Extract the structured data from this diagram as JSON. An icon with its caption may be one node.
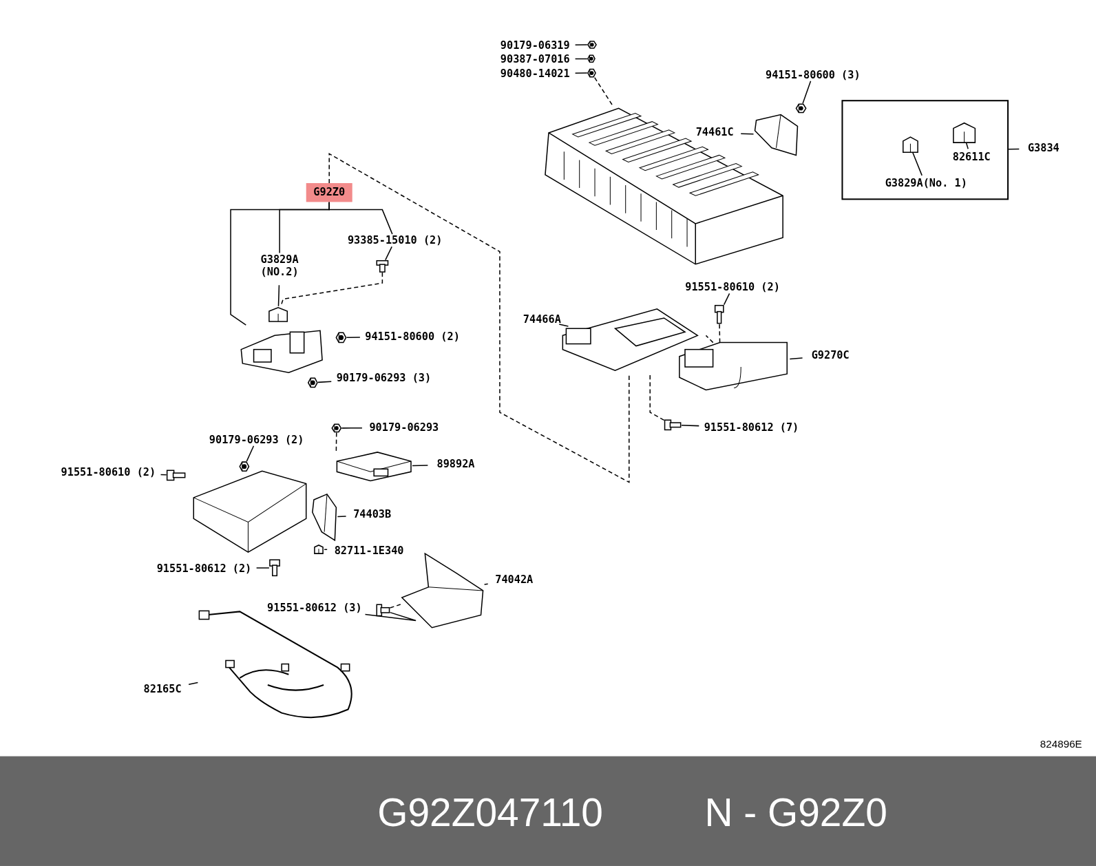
{
  "diagram": {
    "nodes": [
      {
        "text": [
          "90179-06319"
        ]
      },
      {
        "text": [
          "90387-07016"
        ]
      },
      {
        "text": [
          "90480-14021"
        ]
      },
      {
        "text": [],
        "shape": "picture"
      },
      {
        "text": [],
        "shape": "picture"
      },
      {
        "text": [],
        "shape": "picture"
      },
      {
        "text": [],
        "shape": "picture"
      },
      {
        "text": [
          "94151-80600 (3)"
        ]
      },
      {
        "text": [],
        "shape": "picture"
      },
      {
        "text": [
          "74461C"
        ]
      },
      {
        "text": [],
        "shape": "picture"
      },
      {
        "text": [],
        "shape": "box"
      },
      {
        "text": [
          "82611C"
        ],
        "in": 11
      },
      {
        "text": [],
        "shape": "picture",
        "in": 11
      },
      {
        "text": [
          "G3829A(No. 1)"
        ],
        "in": 11
      },
      {
        "text": [],
        "shape": "picture",
        "in": 11
      },
      {
        "text": [
          "G3834"
        ]
      },
      {
        "text": [
          "G92Z0"
        ]
      },
      {
        "text": [
          "G3829A (NO.2)"
        ]
      },
      {
        "text": [
          "93385-15010 (2)"
        ]
      },
      {
        "text": [],
        "shape": "picture"
      },
      {
        "text": [],
        "shape": "picture"
      },
      {
        "text": [],
        "shape": "picture"
      },
      {
        "text": [
          "94151-80600 (2)"
        ]
      },
      {
        "text": [],
        "shape": "picture"
      },
      {
        "text": [
          "90179-06293 (3)"
        ]
      },
      {
        "text": [],
        "shape": "picture"
      },
      {
        "text": [
          "91551-80610 (2)"
        ]
      },
      {
        "text": [],
        "shape": "picture"
      },
      {
        "text": [
          "74466A"
        ]
      },
      {
        "text": [],
        "shape": "picture"
      },
      {
        "text": [
          "G9270C"
        ]
      },
      {
        "text": [],
        "shape": "picture"
      },
      {
        "text": [],
        "shape": "picture"
      },
      {
        "text": [
          "91551-80612 (7)"
        ]
      },
      {
        "text": [
          "90179-06293"
        ]
      },
      {
        "text": [],
        "shape": "picture"
      },
      {
        "text": [
          "90179-06293 (2)"
        ]
      },
      {
        "text": [],
        "shape": "picture"
      },
      {
        "text": [
          "91551-80610 (2)"
        ]
      },
      {
        "text": [],
        "shape": "picture"
      },
      {
        "text": [],
        "shape": "picture"
      },
      {
        "text": [],
        "shape": "picture"
      },
      {
        "text": [
          "89892A"
        ]
      },
      {
        "text": [],
        "shape": "picture"
      },
      {
        "text": [
          "74403B"
        ]
      },
      {
        "text": [],
        "shape": "picture"
      },
      {
        "text": [
          "82711-1E340"
        ]
      },
      {
        "text": [
          "91551-80612 (2)"
        ]
      },
      {
        "text": [],
        "shape": "picture"
      },
      {
        "text": [],
        "shape": "picture"
      },
      {
        "text": [
          "74042A"
        ]
      },
      {
        "text": [
          "91551-80612 (3)"
        ]
      },
      {
        "text": [],
        "shape": "picture"
      },
      {
        "text": [],
        "shape": "picture"
      },
      {
        "text": [
          "82165C"
        ]
      }
    ],
    "edges": [
      {
        "from": 0,
        "to": 3,
        "arrow": "none"
      },
      {
        "from": 1,
        "to": 4,
        "arrow": "none"
      },
      {
        "from": 2,
        "to": 5,
        "arrow": "none"
      },
      {
        "from": 5,
        "to": 6,
        "arrow": "none",
        "style": "dashed"
      },
      {
        "from": 7,
        "to": 8,
        "arrow": "none"
      },
      {
        "from": 9,
        "to": 10,
        "arrow": "none"
      },
      {
        "from": 16,
        "to": 11,
        "arrow": "none"
      },
      {
        "from": 12,
        "to": 13,
        "arrow": "none"
      },
      {
        "from": 14,
        "to": 15,
        "arrow": "none"
      },
      {
        "from": 17,
        "to": 22,
        "arrow": "none"
      },
      {
        "from": 17,
        "to": 18,
        "arrow": "none"
      },
      {
        "from": 17,
        "to": 19,
        "arrow": "none"
      },
      {
        "from": 17,
        "to": 30,
        "arrow": "none",
        "style": "dashed"
      },
      {
        "from": 18,
        "to": 21,
        "arrow": "none"
      },
      {
        "from": 19,
        "to": 20,
        "arrow": "none"
      },
      {
        "from": 20,
        "to": 21,
        "arrow": "none",
        "style": "dashed"
      },
      {
        "from": 23,
        "to": 24,
        "arrow": "none"
      },
      {
        "from": 25,
        "to": 26,
        "arrow": "none"
      },
      {
        "from": 27,
        "to": 28,
        "arrow": "none"
      },
      {
        "from": 28,
        "to": 32,
        "arrow": "none",
        "style": "dashed"
      },
      {
        "from": 29,
        "to": 30,
        "arrow": "none"
      },
      {
        "from": 31,
        "to": 32,
        "arrow": "none"
      },
      {
        "from": 34,
        "to": 33,
        "arrow": "none"
      },
      {
        "from": 33,
        "to": 30,
        "arrow": "none",
        "style": "dashed"
      },
      {
        "from": 35,
        "to": 36,
        "arrow": "none"
      },
      {
        "from": 36,
        "to": 42,
        "arrow": "none",
        "style": "dashed"
      },
      {
        "from": 37,
        "to": 38,
        "arrow": "none"
      },
      {
        "from": 39,
        "to": 40,
        "arrow": "none"
      },
      {
        "from": 43,
        "to": 42,
        "arrow": "none"
      },
      {
        "from": 45,
        "to": 44,
        "arrow": "none"
      },
      {
        "from": 47,
        "to": 46,
        "arrow": "none"
      },
      {
        "from": 48,
        "to": 49,
        "arrow": "none"
      },
      {
        "from": 51,
        "to": 50,
        "arrow": "none"
      },
      {
        "from": 52,
        "to": 53,
        "arrow": "none"
      },
      {
        "from": 53,
        "to": 50,
        "arrow": "none",
        "style": "dashed"
      },
      {
        "from": 55,
        "to": 54,
        "arrow": "none"
      }
    ],
    "labels": [
      "824896E",
      "G92Z047110",
      "N - G92Z0"
    ]
  }
}
